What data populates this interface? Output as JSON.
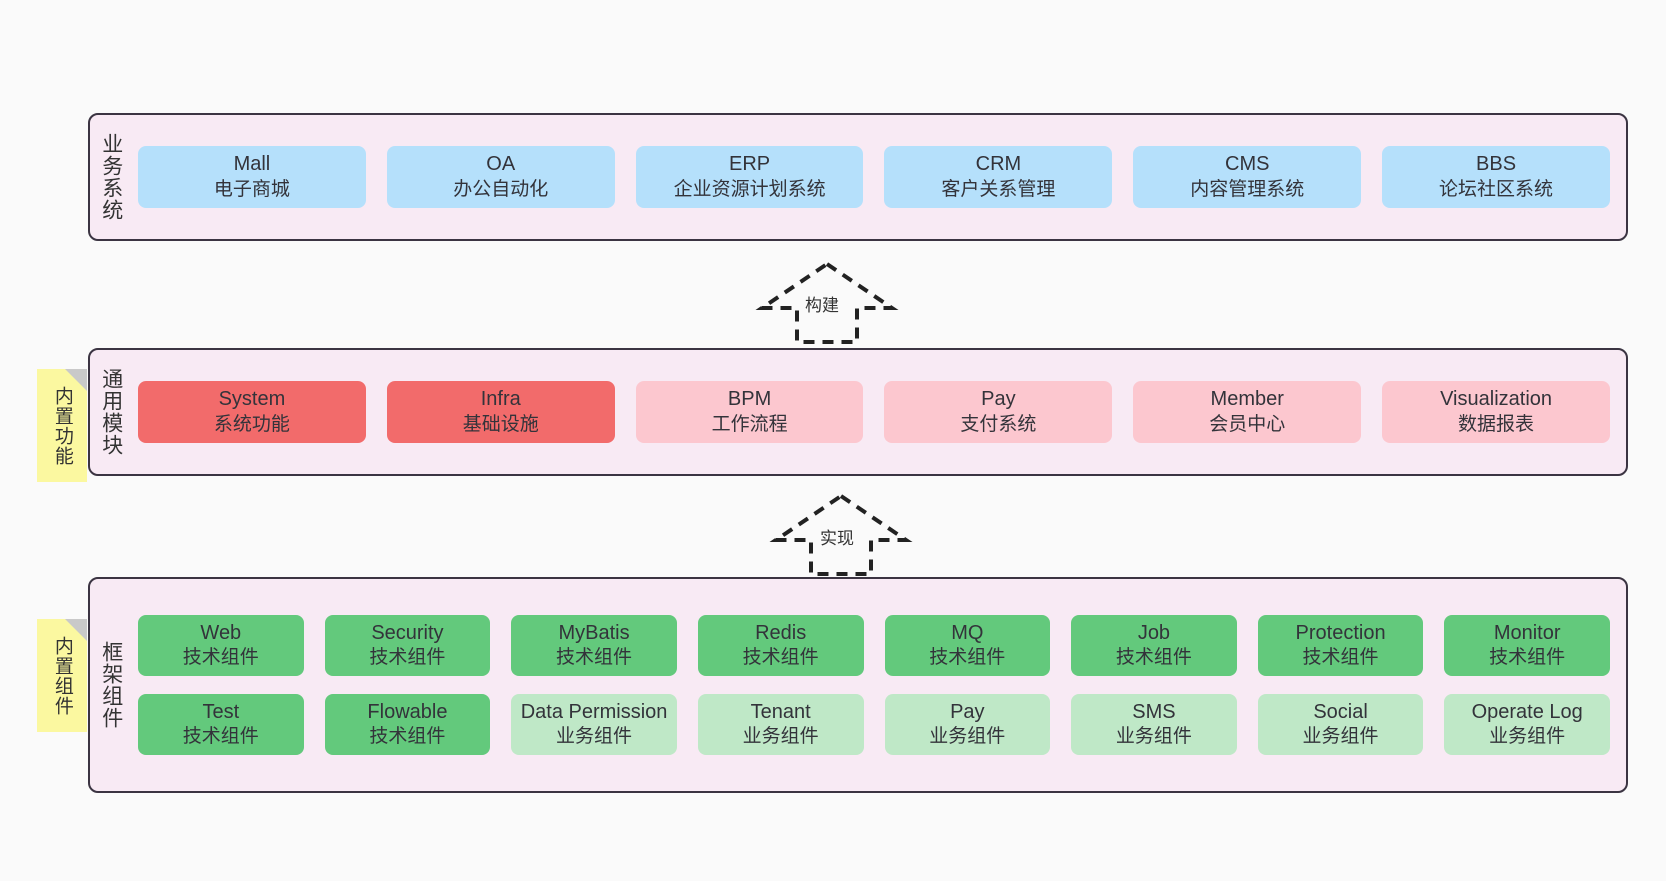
{
  "diagram": {
    "title_layers": [
      "业务系统",
      "通用模块",
      "框架组件"
    ],
    "layers": [
      {
        "id": "business",
        "title": "业务系统",
        "rows": [
          [
            {
              "en": "Mall",
              "cn": "电子商城",
              "style": "biz"
            },
            {
              "en": "OA",
              "cn": "办公自动化",
              "style": "biz"
            },
            {
              "en": "ERP",
              "cn": "企业资源计划系统",
              "style": "biz"
            },
            {
              "en": "CRM",
              "cn": "客户关系管理",
              "style": "biz"
            },
            {
              "en": "CMS",
              "cn": "内容管理系统",
              "style": "biz"
            },
            {
              "en": "BBS",
              "cn": "论坛社区系统",
              "style": "biz"
            }
          ]
        ]
      },
      {
        "id": "modules",
        "title": "通用模块",
        "note": "内置功能",
        "rows": [
          [
            {
              "en": "System",
              "cn": "系统功能",
              "style": "mod-strong"
            },
            {
              "en": "Infra",
              "cn": "基础设施",
              "style": "mod-strong"
            },
            {
              "en": "BPM",
              "cn": "工作流程",
              "style": "mod-soft"
            },
            {
              "en": "Pay",
              "cn": "支付系统",
              "style": "mod-soft"
            },
            {
              "en": "Member",
              "cn": "会员中心",
              "style": "mod-soft"
            },
            {
              "en": "Visualization",
              "cn": "数据报表",
              "style": "mod-soft"
            }
          ]
        ]
      },
      {
        "id": "framework",
        "title": "框架组件",
        "note": "内置组件",
        "rows": [
          [
            {
              "en": "Web",
              "cn": "技术组件",
              "style": "tech"
            },
            {
              "en": "Security",
              "cn": "技术组件",
              "style": "tech"
            },
            {
              "en": "MyBatis",
              "cn": "技术组件",
              "style": "tech"
            },
            {
              "en": "Redis",
              "cn": "技术组件",
              "style": "tech"
            },
            {
              "en": "MQ",
              "cn": "技术组件",
              "style": "tech"
            },
            {
              "en": "Job",
              "cn": "技术组件",
              "style": "tech"
            },
            {
              "en": "Protection",
              "cn": "技术组件",
              "style": "tech"
            },
            {
              "en": "Monitor",
              "cn": "技术组件",
              "style": "tech"
            }
          ],
          [
            {
              "en": "Test",
              "cn": "技术组件",
              "style": "tech"
            },
            {
              "en": "Flowable",
              "cn": "技术组件",
              "style": "tech"
            },
            {
              "en": "Data Permission",
              "cn": "业务组件",
              "style": "bizcomp",
              "wrap": true
            },
            {
              "en": "Tenant",
              "cn": "业务组件",
              "style": "bizcomp"
            },
            {
              "en": "Pay",
              "cn": "业务组件",
              "style": "bizcomp"
            },
            {
              "en": "SMS",
              "cn": "业务组件",
              "style": "bizcomp"
            },
            {
              "en": "Social",
              "cn": "业务组件",
              "style": "bizcomp"
            },
            {
              "en": "Operate Log",
              "cn": "业务组件",
              "style": "bizcomp"
            }
          ]
        ]
      }
    ],
    "arrows": [
      {
        "id": "build",
        "label": "构建"
      },
      {
        "id": "implement",
        "label": "实现"
      }
    ],
    "colors": {
      "panel_bg": "#f8eaf4",
      "panel_border": "#3b3442",
      "business_card": "#b5e0fb",
      "module_strong": "#f26b6b",
      "module_soft": "#fcc7cf",
      "tech_card": "#63c97c",
      "biz_component_card": "#bfe8c7",
      "sticky_note": "#fbf8a0",
      "page_bg": "#fafafa"
    }
  }
}
